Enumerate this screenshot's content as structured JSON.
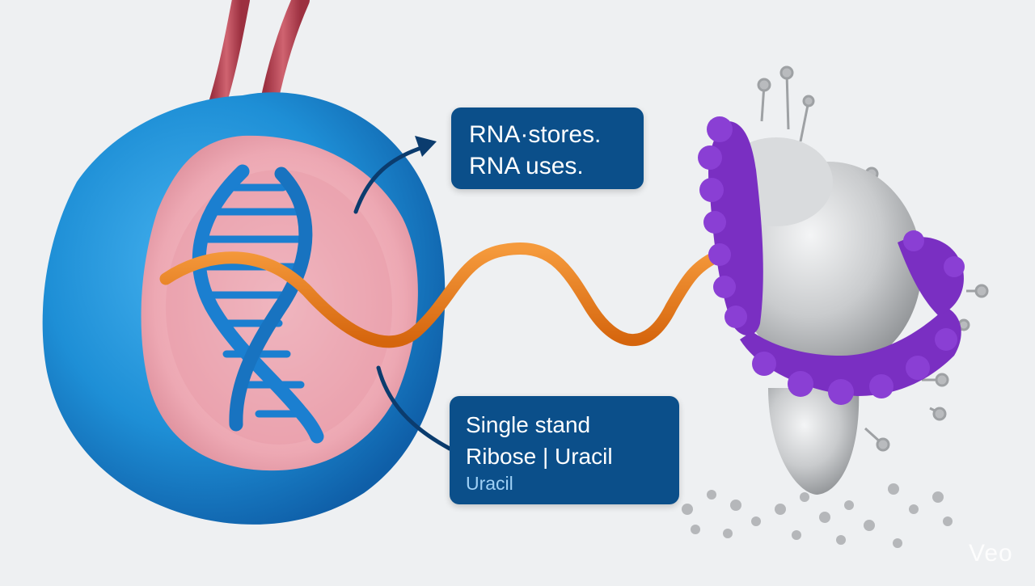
{
  "colors": {
    "background": "#eef0f2",
    "nucleus_outer": "#1e8fd6",
    "nucleus_inner": "#f3b9c2",
    "dna_helix": "#1b7fd0",
    "rna_strand": "#ee7d1f",
    "vessels": "#b94753",
    "ribosome_body": "#c9cbcd",
    "ribosome_proteins": "#7a2fc2",
    "callout_bg": "#0b4f8a",
    "callout_text": "#ffffff",
    "callout_subtext": "#9fd0f5"
  },
  "callouts": {
    "top": {
      "line1": "RNA·stores.",
      "line2": "RNA uses."
    },
    "bottom": {
      "line1": "Single stand",
      "line2": "Ribose | Uracil",
      "line3": "Uracil"
    }
  },
  "watermark": "Veo"
}
